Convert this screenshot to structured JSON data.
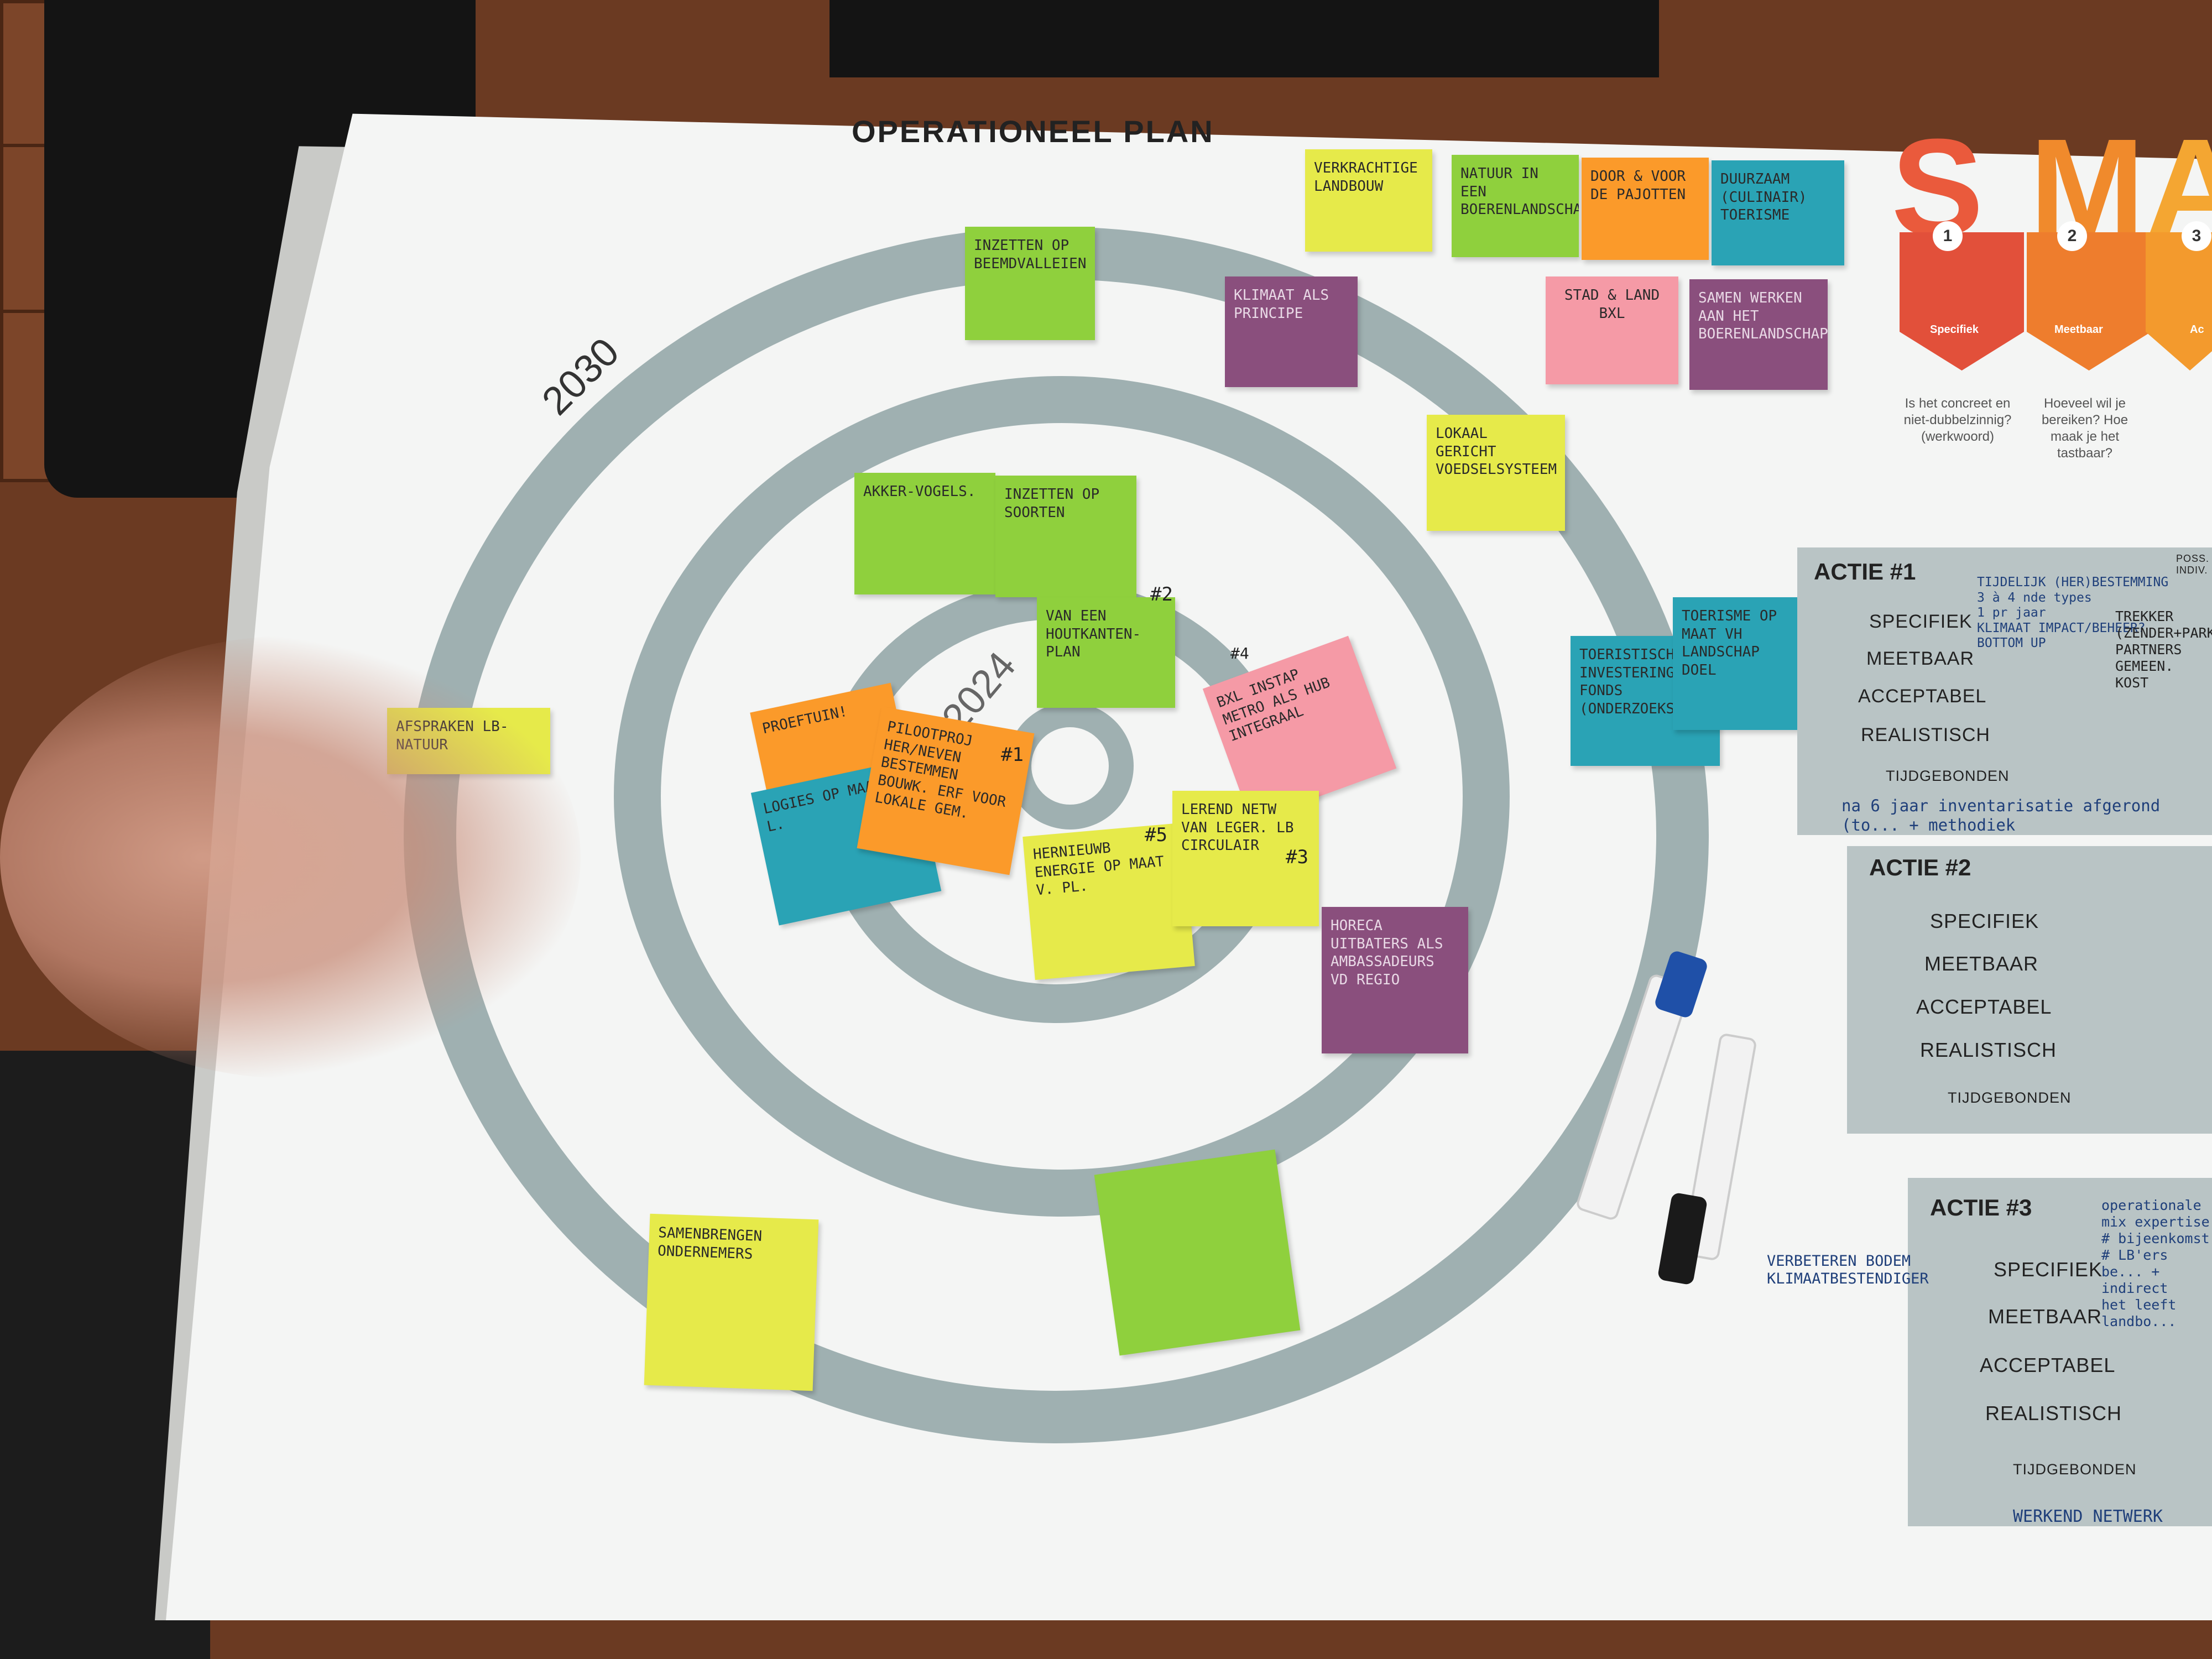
{
  "title": "OPERATIONEEL PLAN",
  "years": {
    "outer": "2030",
    "inner": "2024"
  },
  "legend_notes": [
    {
      "text": "VERKRACHTIGE LANDBOUW",
      "color": "yellow"
    },
    {
      "text": "NATUUR IN EEN BOERENLANDSCHAP",
      "color": "green"
    },
    {
      "text": "DOOR & VOOR DE PAJOTTEN",
      "color": "orange"
    },
    {
      "text": "DUURZAAM (CULINAIR) TOERISME",
      "color": "teal"
    },
    {
      "text": "STAD & LAND\nBXL",
      "color": "pink"
    },
    {
      "text": "SAMEN WERKEN AAN HET BOERENLANDSCHAP",
      "color": "purple"
    }
  ],
  "circle_notes": [
    {
      "text": "INZETTEN OP BEEMDVALLEIEN"
    },
    {
      "text": "KLIMAAT ALS PRINCIPE"
    },
    {
      "text": "LOKAAL GERICHT VOEDSELSYSTEEM"
    },
    {
      "text": "AKKER-VOGELS."
    },
    {
      "text": "INZETTEN OP SOORTEN"
    },
    {
      "text": "VAN EEN HOUTKANTEN-PLAN"
    },
    {
      "text": "TOERISTISCH INVESTERINGS FONDS (onderzoeksproject)"
    },
    {
      "text": "TOERISME OP MAAT VH LANDSCHAP\nDOEL"
    },
    {
      "text": "AFSPRAKEN LB-NATUUR"
    },
    {
      "text": "PROEFTUIN!"
    },
    {
      "text": "PILOOTPROJ HER/NEVEN BESTEMMEN BOUWK. ERF VOOR LOKALE GEM."
    },
    {
      "text": "LOGIES OP MAAT VH L."
    },
    {
      "text": "BXL INSTAP METRO ALS HUB INTEGRAAL"
    },
    {
      "text": "HERNIEUWB ENERGIE OP MAAT V. PL."
    },
    {
      "text": "LEREND NETW VAN LEGER. LB CIRCULAIR"
    },
    {
      "text": "HORECA UITBATERS ALS AMBASSADEURS VD REGIO"
    },
    {
      "text": "SAMENBRENGEN ONDERNEMERS"
    },
    {
      "text": ""
    }
  ],
  "note_numbers": {
    "n2": "#2",
    "n1": "#1",
    "n5": "#5",
    "n3": "#3",
    "n4": "#4"
  },
  "smart": {
    "letters": [
      "S",
      "M",
      "A"
    ],
    "banners": [
      {
        "num": "1",
        "label": "Specifiek",
        "question": "Is het concreet en niet-dubbelzinnig? (werkwoord)"
      },
      {
        "num": "2",
        "label": "Meetbaar",
        "question": "Hoeveel wil je bereiken? Hoe maak je het tastbaar?"
      },
      {
        "num": "3",
        "label": "Ac"
      }
    ]
  },
  "actions": [
    {
      "title": "ACTIE #1",
      "rows": [
        "SPECIFIEK",
        "MEETBAAR",
        "ACCEPTABEL",
        "REALISTISCH",
        "TIJDGEBONDEN"
      ],
      "notes": "TIJDELIJK (HER)BESTEMMING\n3 à 4 nde types\n1 pr jaar\nKLIMAAT IMPACT/BEHEER?\nBOTTOM UP",
      "right_notes": "TREKKER\n(ZENDER+PARKBLB)\nPARTNERS\nGEMEEN.\nKOST",
      "footer": "na 6 jaar inventarisatie afgerond (to... + methodiek",
      "corner": "POSS. INDIV."
    },
    {
      "title": "ACTIE #2",
      "rows": [
        "SPECIFIEK",
        "MEETBAAR",
        "ACCEPTABEL",
        "REALISTISCH",
        "TIJDGEBONDEN"
      ]
    },
    {
      "title": "ACTIE #3",
      "rows": [
        "SPECIFIEK",
        "MEETBAAR",
        "ACCEPTABEL",
        "REALISTISCH",
        "TIJDGEBONDEN"
      ],
      "notes": "operationale mix expertise\n# bijeenkomst\n# LB'ers be... + indirect\nhet leeft landbo...",
      "side": "VERBETEREN BODEM\nKLIMAATBESTENDIGER",
      "footer": "WERKEND NETWERK"
    }
  ]
}
